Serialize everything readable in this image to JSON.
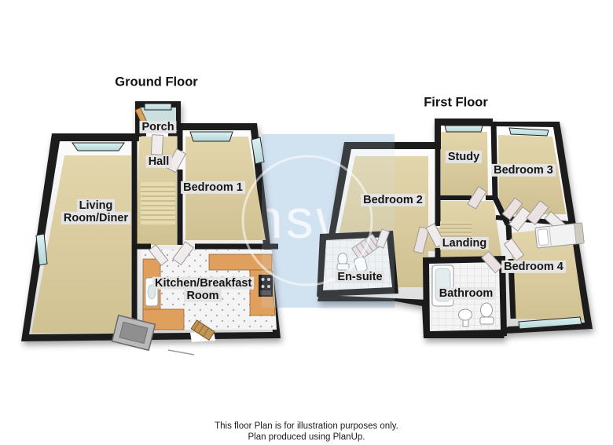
{
  "titles": {
    "ground": "Ground Floor",
    "first": "First Floor"
  },
  "ground_rooms": {
    "porch": "Porch",
    "hall": "Hall",
    "bedroom1": "Bedroom 1",
    "living": "Living Room/Diner",
    "kitchen": "Kitchen/Breakfast Room"
  },
  "first_rooms": {
    "bedroom2": "Bedroom 2",
    "study": "Study",
    "bedroom3": "Bedroom 3",
    "landing": "Landing",
    "ensuite": "En-suite",
    "bathroom": "Bathroom",
    "bedroom4": "Bedroom 4"
  },
  "watermark": {
    "text": "nsw"
  },
  "footer": {
    "line1": "This floor Plan is for illustration purposes only.",
    "line2": "Plan produced using PlanUp."
  },
  "colors": {
    "wall": "#1a1a1a",
    "floor": "#d9caa0",
    "window": "#c9e2e2",
    "porch_floor": "#ccdfe0",
    "counter": "#dfa05e",
    "tile": "#f4f4f4",
    "watermark": "#d2e2f1",
    "label_bg": "#e4e4e4",
    "title_text": "#111111"
  }
}
